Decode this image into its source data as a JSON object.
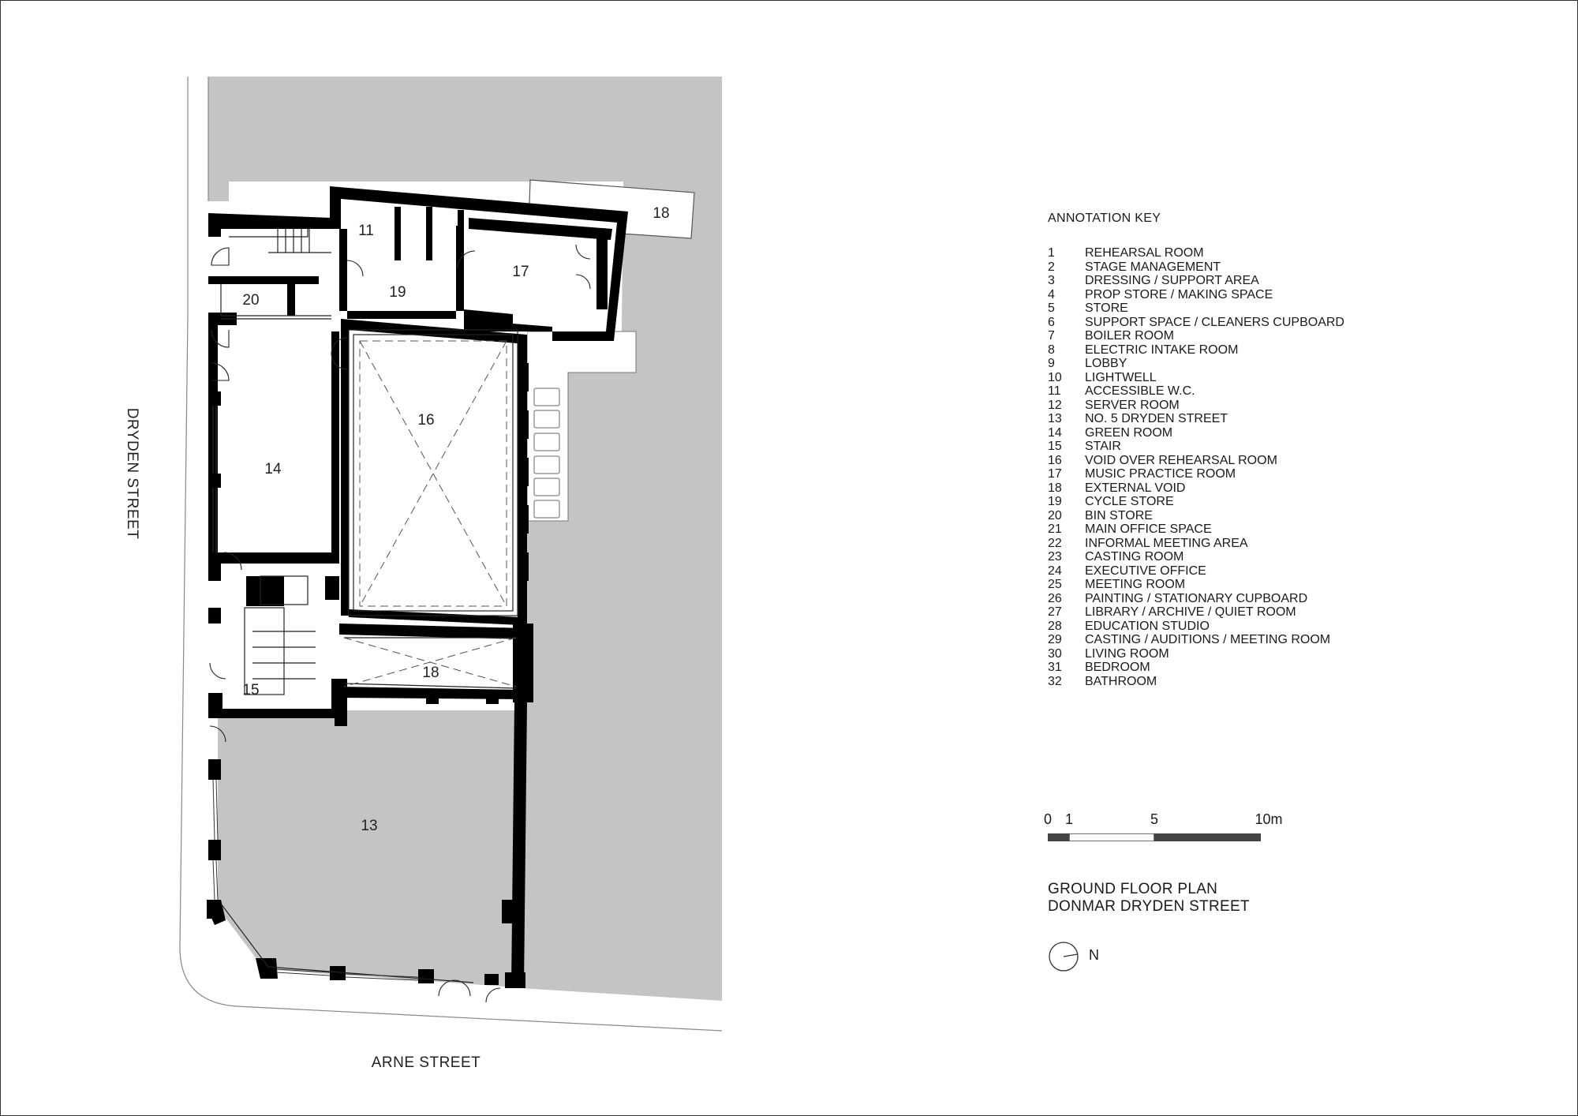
{
  "streets": {
    "dryden": "DRYDEN STREET",
    "arne": "ARNE STREET"
  },
  "rooms": [
    {
      "id": "room-11",
      "label": "11"
    },
    {
      "id": "room-17",
      "label": "17"
    },
    {
      "id": "room-18-top",
      "label": "18"
    },
    {
      "id": "room-19",
      "label": "19"
    },
    {
      "id": "room-20",
      "label": "20"
    },
    {
      "id": "room-16",
      "label": "16"
    },
    {
      "id": "room-14",
      "label": "14"
    },
    {
      "id": "room-18-mid",
      "label": "18"
    },
    {
      "id": "room-15",
      "label": "15"
    },
    {
      "id": "room-13",
      "label": "13"
    }
  ],
  "key": {
    "title": "ANNOTATION KEY",
    "items": [
      {
        "num": "1",
        "label": "REHEARSAL ROOM"
      },
      {
        "num": "2",
        "label": "STAGE MANAGEMENT"
      },
      {
        "num": "3",
        "label": "DRESSING / SUPPORT AREA"
      },
      {
        "num": "4",
        "label": "PROP STORE / MAKING SPACE"
      },
      {
        "num": "5",
        "label": "STORE"
      },
      {
        "num": "6",
        "label": "SUPPORT SPACE / CLEANERS CUPBOARD"
      },
      {
        "num": "7",
        "label": "BOILER ROOM"
      },
      {
        "num": "8",
        "label": "ELECTRIC INTAKE ROOM"
      },
      {
        "num": "9",
        "label": "LOBBY"
      },
      {
        "num": "10",
        "label": "LIGHTWELL"
      },
      {
        "num": "11",
        "label": "ACCESSIBLE W.C."
      },
      {
        "num": "12",
        "label": "SERVER ROOM"
      },
      {
        "num": "13",
        "label": "NO. 5 DRYDEN STREET"
      },
      {
        "num": "14",
        "label": "GREEN ROOM"
      },
      {
        "num": "15",
        "label": "STAIR"
      },
      {
        "num": "16",
        "label": "VOID OVER REHEARSAL ROOM"
      },
      {
        "num": "17",
        "label": "MUSIC PRACTICE ROOM"
      },
      {
        "num": "18",
        "label": "EXTERNAL VOID"
      },
      {
        "num": "19",
        "label": "CYCLE STORE"
      },
      {
        "num": "20",
        "label": "BIN STORE"
      },
      {
        "num": "21",
        "label": "MAIN OFFICE SPACE"
      },
      {
        "num": "22",
        "label": "INFORMAL MEETING AREA"
      },
      {
        "num": "23",
        "label": "CASTING ROOM"
      },
      {
        "num": "24",
        "label": "EXECUTIVE OFFICE"
      },
      {
        "num": "25",
        "label": "MEETING ROOM"
      },
      {
        "num": "26",
        "label": "PAINTING / STATIONARY CUPBOARD"
      },
      {
        "num": "27",
        "label": "LIBRARY / ARCHIVE / QUIET ROOM"
      },
      {
        "num": "28",
        "label": "EDUCATION STUDIO"
      },
      {
        "num": "29",
        "label": "CASTING / AUDITIONS / MEETING ROOM"
      },
      {
        "num": "30",
        "label": "LIVING ROOM"
      },
      {
        "num": "31",
        "label": "BEDROOM"
      },
      {
        "num": "32",
        "label": "BATHROOM"
      }
    ]
  },
  "scale_bar": {
    "ticks": [
      "0",
      "1",
      "5",
      "10m"
    ],
    "tick_values_m": [
      0,
      1,
      5,
      10
    ]
  },
  "title": {
    "line1": "GROUND FLOOR PLAN",
    "line2": "DONMAR DRYDEN STREET"
  },
  "north": {
    "label": "N",
    "icon": "north-arrow-icon"
  },
  "colors": {
    "wall": "#000000",
    "neighbour_fill": "#c4c4c4",
    "paper": "#ffffff",
    "line": "#1a1a1a"
  }
}
